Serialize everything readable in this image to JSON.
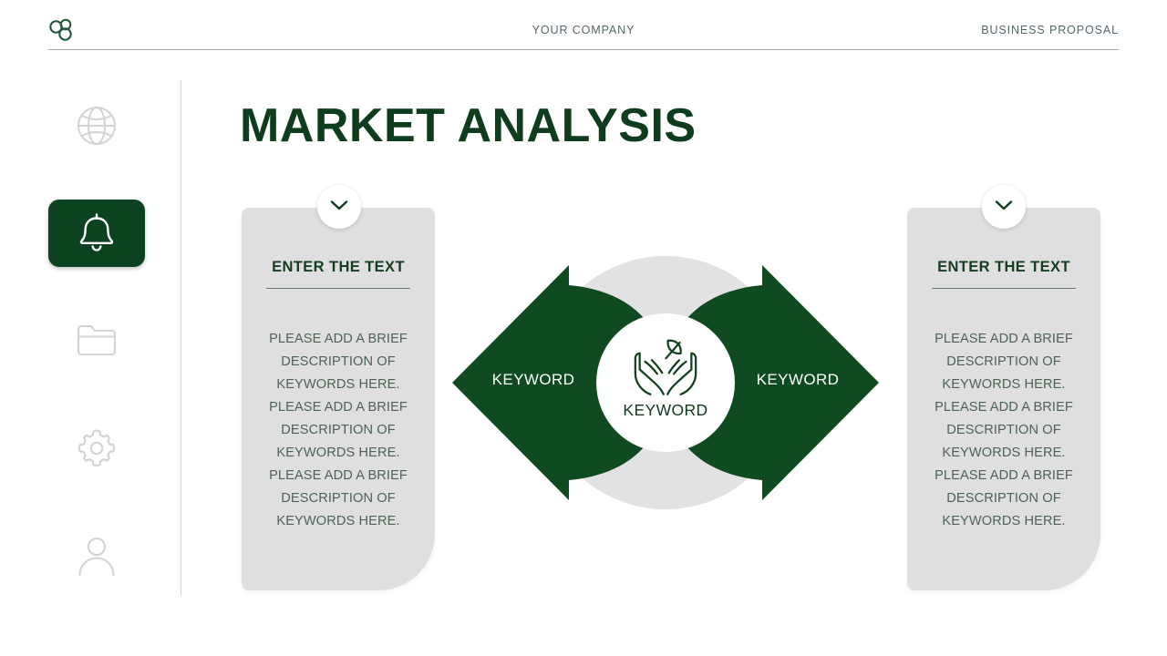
{
  "header": {
    "logo_icon": "three-circles-logo",
    "company": "YOUR COMPANY",
    "document_type": "BUSINESS PROPOSAL"
  },
  "sidebar": {
    "items": [
      {
        "icon": "globe-icon",
        "name": "globe",
        "active": false
      },
      {
        "icon": "bell-icon",
        "name": "notifications",
        "active": true
      },
      {
        "icon": "folder-icon",
        "name": "folder",
        "active": false
      },
      {
        "icon": "gear-icon",
        "name": "settings",
        "active": false
      },
      {
        "icon": "user-icon",
        "name": "profile",
        "active": false
      }
    ]
  },
  "main": {
    "title": "MARKET ANALYSIS",
    "cards": [
      {
        "side": "left",
        "chevron_icon": "chevron-down-icon",
        "heading": "ENTER THE TEXT",
        "body": "PLEASE ADD A BRIEF DESCRIPTION OF KEYWORDS HERE. PLEASE ADD A BRIEF DESCRIPTION OF KEYWORDS HERE. PLEASE ADD A BRIEF DESCRIPTION OF KEYWORDS HERE."
      },
      {
        "side": "right",
        "chevron_icon": "chevron-down-icon",
        "heading": "ENTER THE TEXT",
        "body": "PLEASE ADD A BRIEF DESCRIPTION OF KEYWORDS HERE. PLEASE ADD A BRIEF DESCRIPTION OF KEYWORDS HERE. PLEASE ADD A BRIEF DESCRIPTION OF KEYWORDS HERE."
      }
    ],
    "diagram": {
      "center_icon": "hands-holding-plant-icon",
      "center_label": "KEYWORD",
      "left_arrow_label": "KEYWORD",
      "right_arrow_label": "KEYWORD"
    }
  },
  "colors": {
    "brand_green": "#0d4220",
    "title_green": "#0d3d1c",
    "arrow_green": "#0f4a20",
    "card_gray": "#dfdfdf",
    "ring_gray": "#e2e2e2",
    "muted_text": "#55695d",
    "body_text": "#4e6356"
  }
}
